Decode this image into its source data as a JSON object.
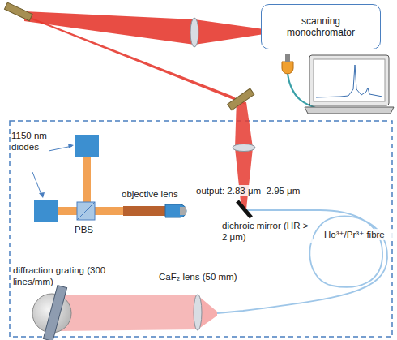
{
  "diagram": {
    "nodes": [
      {
        "text": [
          "scanning monochromator"
        ]
      }
    ],
    "labels": [
      "1150 nm diodes",
      "PBS",
      "objective lens",
      "output: 2.83 μm–2.95 μm",
      "dichroic mirror (HR > 2 μm)",
      "Ho³⁺/Pr³⁺ fibre",
      "diffraction grating (300 lines/mm)",
      "CaF₂ lens (50 mm)"
    ]
  }
}
